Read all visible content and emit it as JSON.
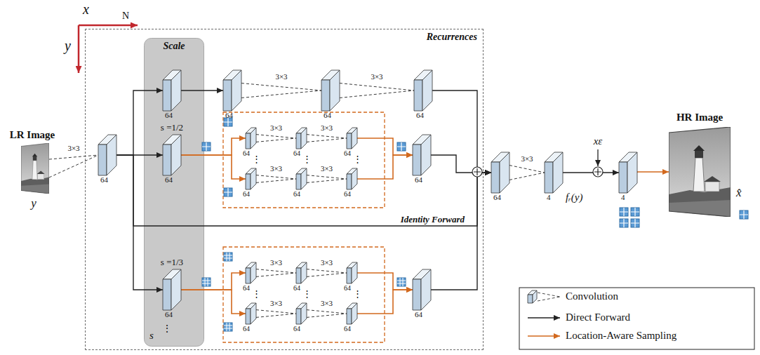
{
  "diagram": {
    "nodes": [
      {
        "text": [
          "Recurrences"
        ]
      },
      {
        "text": [
          "Scale"
        ],
        "in": 0
      },
      {
        "text": [
          "LR Image",
          "y"
        ]
      },
      {
        "text": [
          "64"
        ],
        "in": 0
      },
      {
        "text": [
          "64"
        ],
        "in": 1
      },
      {
        "text": [
          "s =1/2",
          "64"
        ],
        "in": 1
      },
      {
        "text": [
          "s =1/3",
          "64"
        ],
        "in": 1
      },
      {
        "text": [
          "64"
        ],
        "in": 0
      },
      {
        "text": [
          "64"
        ],
        "in": 0
      },
      {
        "text": [
          "64"
        ],
        "in": 0
      },
      {
        "text": [
          "64"
        ],
        "in": 0
      },
      {
        "text": [
          "64"
        ],
        "in": 0
      },
      {
        "text": [
          "64"
        ],
        "in": 0
      },
      {
        "text": [
          "64"
        ],
        "in": 0
      },
      {
        "text": [
          "64"
        ],
        "in": 0
      },
      {
        "text": [
          "64"
        ],
        "in": 0
      },
      {
        "text": [
          "64"
        ],
        "in": 0
      },
      {
        "text": [
          "64"
        ],
        "in": 0
      },
      {
        "text": [
          "64"
        ],
        "in": 0
      },
      {
        "text": [
          "64"
        ],
        "in": 0
      },
      {
        "text": [
          "64"
        ],
        "in": 0
      },
      {
        "text": [
          "64"
        ],
        "in": 0
      },
      {
        "text": [
          "64"
        ],
        "in": 0
      },
      {
        "text": [
          "64"
        ],
        "in": 0
      },
      {
        "text": [
          "64"
        ]
      },
      {
        "text": [
          "4",
          "fᵣ(y)"
        ]
      },
      {
        "text": [
          "4"
        ]
      },
      {
        "text": [
          "HR Image",
          "x̂"
        ]
      }
    ],
    "edges": [
      {
        "from": 2,
        "to": 3,
        "label": "3×3",
        "arrow": "none"
      },
      {
        "from": 3,
        "to": 4,
        "arrow": "to"
      },
      {
        "from": 3,
        "to": 5,
        "arrow": "to"
      },
      {
        "from": 3,
        "to": 6,
        "arrow": "to"
      },
      {
        "from": 4,
        "to": 7,
        "arrow": "to"
      },
      {
        "from": 7,
        "to": 8,
        "label": "3×3",
        "arrow": "none"
      },
      {
        "from": 8,
        "to": 9,
        "label": "3×3",
        "arrow": "none"
      },
      {
        "from": 5,
        "to": 10,
        "arrow": "to"
      },
      {
        "from": 5,
        "to": 13,
        "arrow": "to"
      },
      {
        "from": 10,
        "to": 11,
        "label": "3×3",
        "arrow": "none"
      },
      {
        "from": 11,
        "to": 12,
        "label": "3×3",
        "arrow": "none"
      },
      {
        "from": 13,
        "to": 14,
        "label": "3×3",
        "arrow": "none"
      },
      {
        "from": 14,
        "to": 15,
        "label": "3×3",
        "arrow": "none"
      },
      {
        "from": 12,
        "to": 16,
        "arrow": "to"
      },
      {
        "from": 15,
        "to": 16,
        "arrow": "to"
      },
      {
        "from": 6,
        "to": 17,
        "arrow": "to"
      },
      {
        "from": 6,
        "to": 20,
        "arrow": "to"
      },
      {
        "from": 17,
        "to": 18,
        "label": "3×3",
        "arrow": "none"
      },
      {
        "from": 18,
        "to": 19,
        "label": "3×3",
        "arrow": "none"
      },
      {
        "from": 20,
        "to": 21,
        "label": "3×3",
        "arrow": "none"
      },
      {
        "from": 21,
        "to": 22,
        "label": "3×3",
        "arrow": "none"
      },
      {
        "from": 19,
        "to": 23,
        "arrow": "to"
      },
      {
        "from": 22,
        "to": 23,
        "arrow": "to"
      },
      {
        "from": 9,
        "to": 24,
        "arrow": "to"
      },
      {
        "from": 16,
        "to": 24,
        "arrow": "to"
      },
      {
        "from": 23,
        "to": 24,
        "arrow": "to"
      },
      {
        "from": 3,
        "to": 24,
        "label": "Identity Forward",
        "arrow": "to"
      },
      {
        "from": 24,
        "to": 25,
        "label": "3×3",
        "arrow": "none"
      },
      {
        "from": 25,
        "to": 26,
        "arrow": "to"
      },
      {
        "from": 26,
        "to": 27,
        "arrow": "to"
      }
    ],
    "labels": [
      "x",
      "N",
      "y",
      "s",
      "⋮",
      "⋮",
      "⋮",
      "⋮",
      "⋮",
      "⋮",
      "⋮",
      "xε"
    ],
    "legend": [
      {
        "text": "Convolution"
      },
      {
        "text": "Direct Forward"
      },
      {
        "text": "Location-Aware Sampling"
      }
    ]
  }
}
